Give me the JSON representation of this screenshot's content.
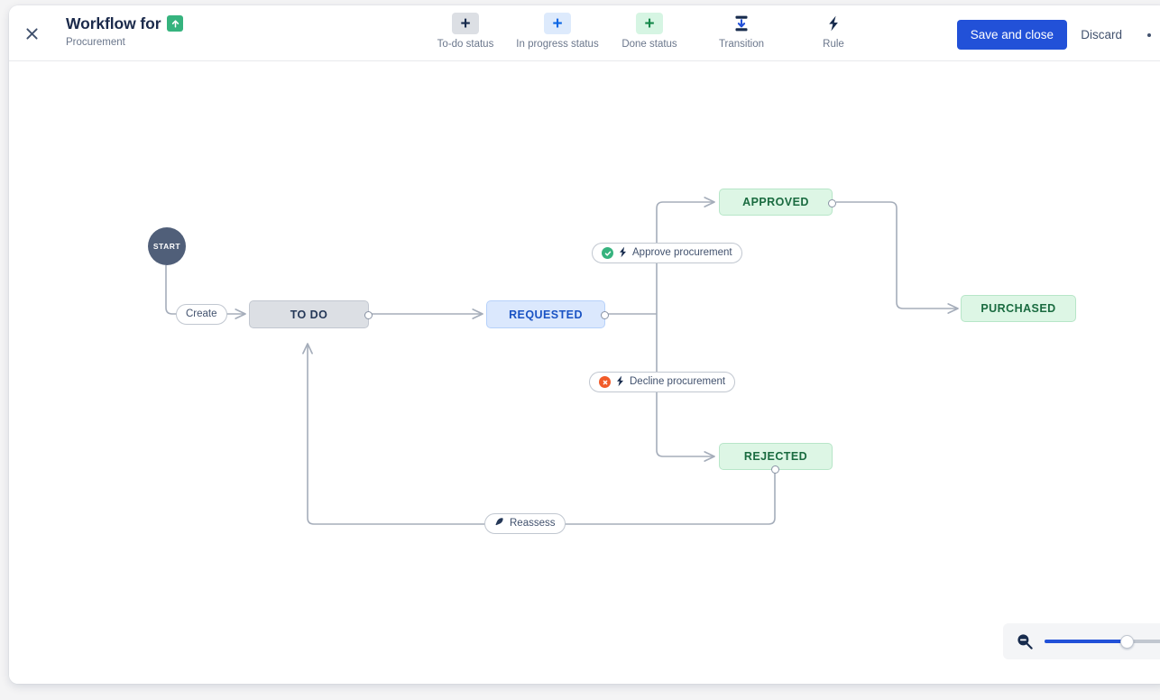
{
  "header": {
    "close_icon": "close-icon",
    "title": "Workflow for",
    "project_badge_icon": "arrow-up-badge-icon",
    "subtitle": "Procurement",
    "save_label": "Save and close",
    "discard_label": "Discard",
    "more_icon": "more-options-icon"
  },
  "toolbar": {
    "items": [
      {
        "label": "To-do status",
        "icon": "plus-icon",
        "style": "todo"
      },
      {
        "label": "In progress status",
        "icon": "plus-icon",
        "style": "prog"
      },
      {
        "label": "Done status",
        "icon": "plus-icon",
        "style": "done"
      },
      {
        "label": "Transition",
        "icon": "transition-icon",
        "style": "plain"
      },
      {
        "label": "Rule",
        "icon": "lightning-bolt-icon",
        "style": "plain"
      }
    ]
  },
  "workflow": {
    "start_label": "START",
    "nodes": [
      {
        "id": "todo",
        "label": "TO DO",
        "category": "todo"
      },
      {
        "id": "requested",
        "label": "REQUESTED",
        "category": "prog"
      },
      {
        "id": "approved",
        "label": "APPROVED",
        "category": "done"
      },
      {
        "id": "rejected",
        "label": "REJECTED",
        "category": "done"
      },
      {
        "id": "purchased",
        "label": "PURCHASED",
        "category": "done"
      }
    ],
    "transitions": [
      {
        "id": "create",
        "label": "Create",
        "rule_status": "none",
        "rule_icon": "none"
      },
      {
        "id": "approve",
        "label": "Approve procurement",
        "rule_status": "success",
        "rule_icon": "check-icon"
      },
      {
        "id": "decline",
        "label": "Decline procurement",
        "rule_status": "error",
        "rule_icon": "x-icon"
      },
      {
        "id": "reassess",
        "label": "Reassess",
        "rule_status": "none",
        "rule_icon": "tag-icon"
      }
    ]
  },
  "zoom_control": {
    "zoom_out_icon": "zoom-out-icon",
    "value_percent": 65
  },
  "colors": {
    "accent": "#2251d8",
    "todo_bg": "#dcdfe4",
    "progress_bg": "#dbe8fd",
    "done_bg": "#ddf6e5",
    "start_bg": "#505f79",
    "edge": "#a5adba",
    "rule_success": "#36b37e",
    "rule_error": "#f15b29"
  }
}
